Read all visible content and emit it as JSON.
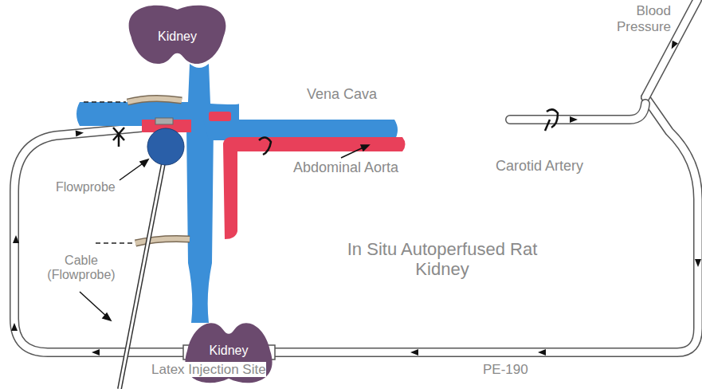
{
  "diagram": {
    "nodes": [
      {
        "text": [
          "Kidney"
        ]
      },
      {
        "text": [
          "Kidney"
        ]
      }
    ],
    "labels": [
      "Blood Pressure",
      "Vena Cava",
      "Abdominal Aorta",
      "Flowprobe",
      "Carotid Artery",
      "Cable (Flowprobe)",
      "In Situ Autoperfused Rat Kidney",
      "Latex Injection Site",
      "PE-190"
    ]
  }
}
